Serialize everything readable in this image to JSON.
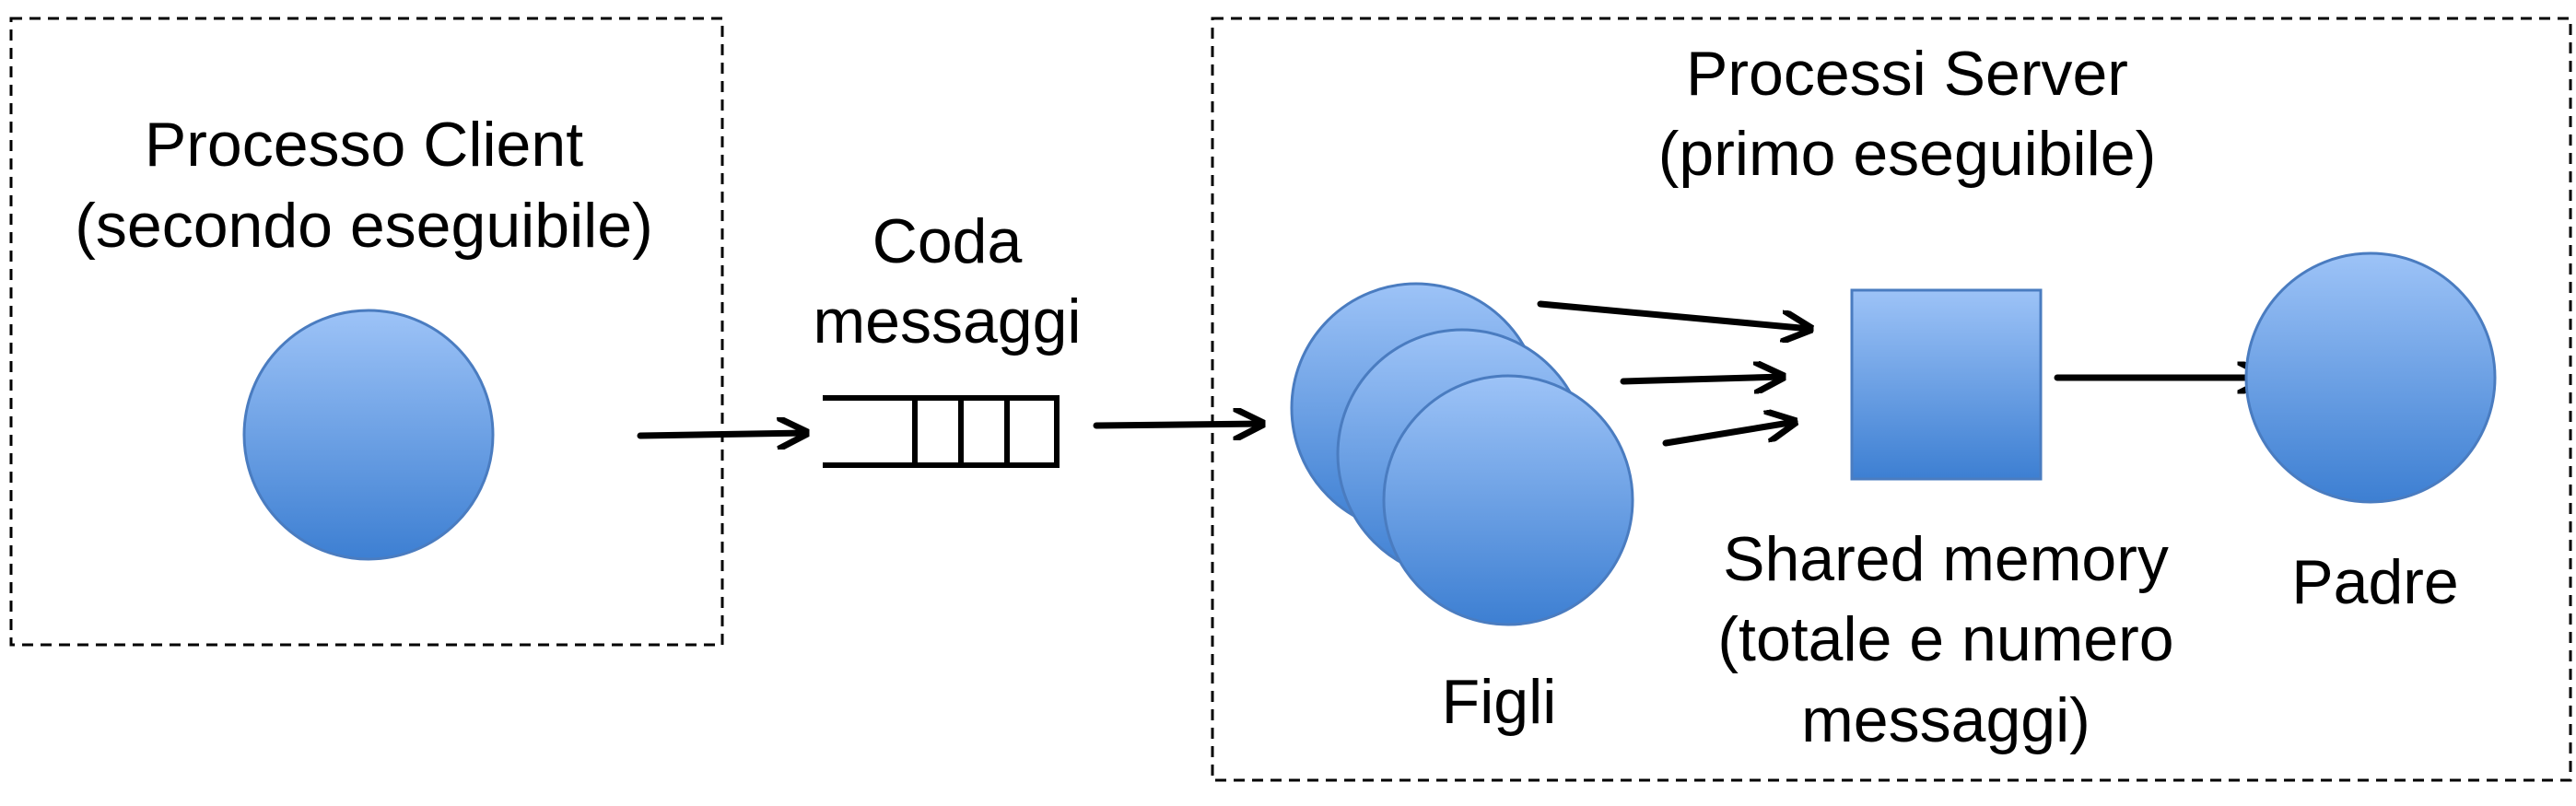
{
  "client_box": {
    "title_line1": "Processo Client",
    "title_line2": "(secondo eseguibile)"
  },
  "queue": {
    "label_line1": "Coda",
    "label_line2": "messaggi"
  },
  "server_box": {
    "title_line1": "Processi Server",
    "title_line2": "(primo eseguibile)"
  },
  "children": {
    "label": "Figli"
  },
  "shared_memory": {
    "label_line1": "Shared memory",
    "label_line2": "(totale e numero",
    "label_line3": "messaggi)"
  },
  "parent": {
    "label": "Padre"
  },
  "colors": {
    "node_fill_top": "#9dc3f7",
    "node_fill_bottom": "#3d7fd2",
    "node_stroke": "#4a7cc0",
    "frame_stroke": "#000000",
    "arrow": "#000000"
  }
}
